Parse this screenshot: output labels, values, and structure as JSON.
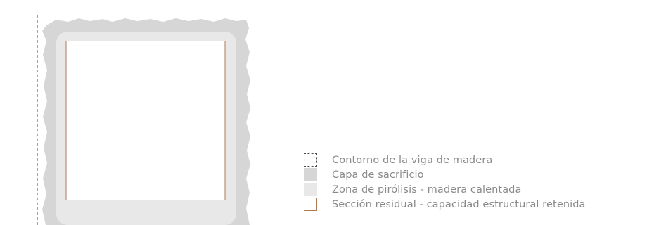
{
  "legend": {
    "items": [
      {
        "key": "outline",
        "label": "Contorno de la viga de madera"
      },
      {
        "key": "sacrificial",
        "label": "Capa de sacrificio"
      },
      {
        "key": "pyrolysis",
        "label": "Zona de pirólisis - madera calentada"
      },
      {
        "key": "residual",
        "label": "Sección residual - capacidad estructural retenida"
      }
    ]
  },
  "colors": {
    "sacrificial_layer": "#d6d6d6",
    "pyrolysis_zone": "#e8e8e8",
    "residual_border": "#b07a55",
    "outline": "#4a4a4a"
  }
}
